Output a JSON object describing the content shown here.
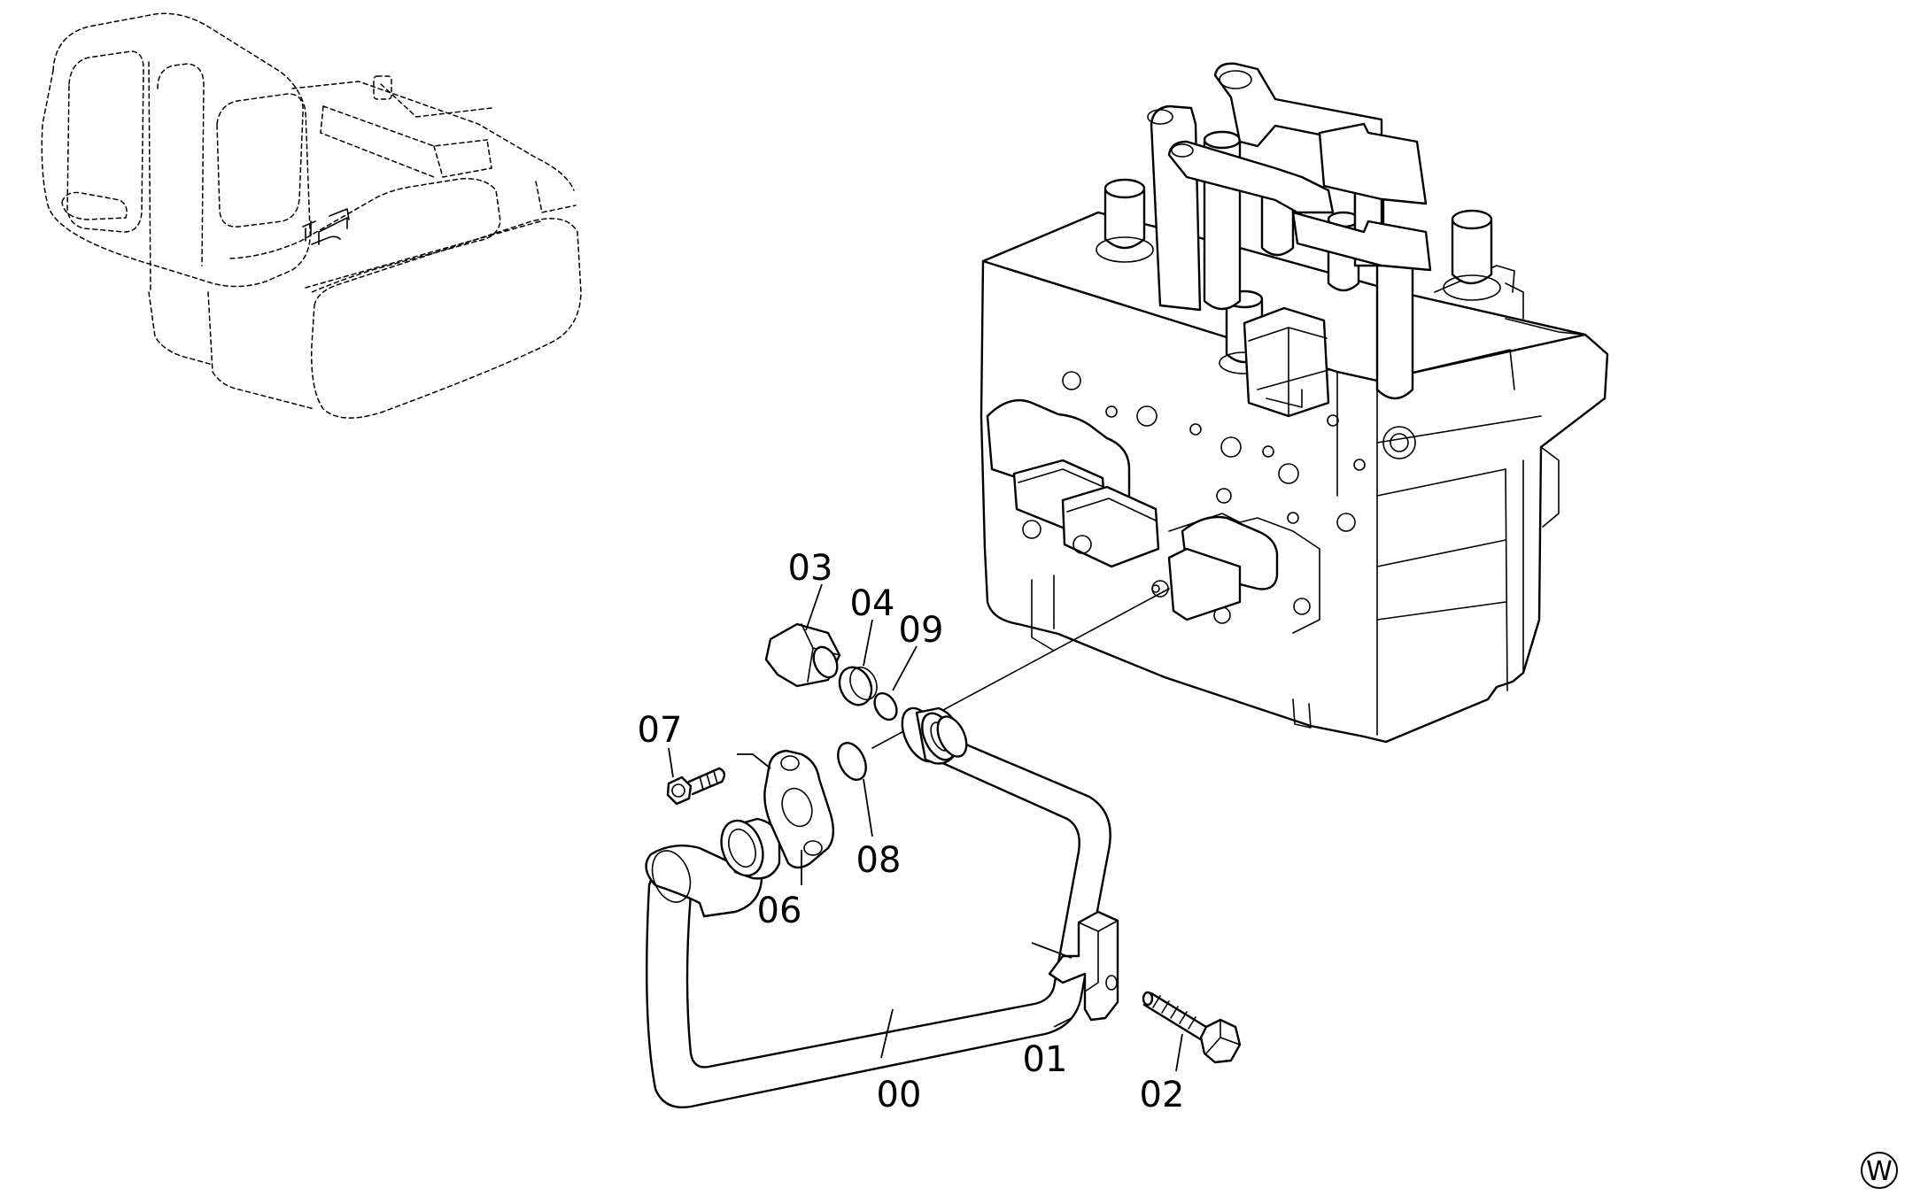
{
  "labels": {
    "p00": "00",
    "p01": "01",
    "p02": "02",
    "p03": "03",
    "p04": "04",
    "p06": "06",
    "p07": "07",
    "p08": "08",
    "p09": "09"
  },
  "corner_mark": "W",
  "colors": {
    "line": "#000000",
    "background": "#ffffff"
  }
}
